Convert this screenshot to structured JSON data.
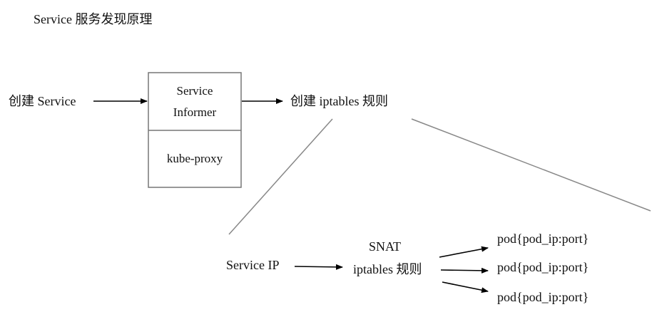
{
  "title": "Service 服务发现原理",
  "left_label": "创建 Service",
  "box": {
    "top_line1": "Service",
    "top_line2": "Informer",
    "bottom": "kube-proxy"
  },
  "right_label": "创建 iptables 规则",
  "detail": {
    "source": "Service IP",
    "rule_line1": "SNAT",
    "rule_line2": "iptables 规则",
    "targets": [
      "pod{pod_ip:port}",
      "pod{pod_ip:port}",
      "pod{pod_ip:port}"
    ]
  },
  "colors": {
    "line": "#888888",
    "arrow": "#000000",
    "box_border": "#777777"
  }
}
